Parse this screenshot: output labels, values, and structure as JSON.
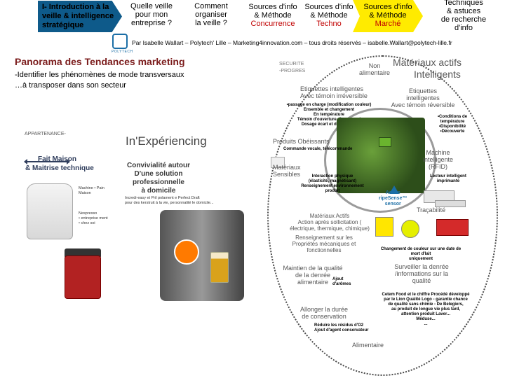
{
  "nav": {
    "intro": "I- Introduction à la\nveille & intelligence\nstratégique",
    "quelle": "Quelle veille\npour mon\nentreprise ?",
    "comment": "Comment\norganiser\nla veille ?",
    "sources": [
      {
        "l1": "Sources d'info",
        "l2": "& Méthode",
        "l3": "Concurrence"
      },
      {
        "l1": "Sources d'info",
        "l2": "& Méthode",
        "l3": "Techno"
      },
      {
        "l1": "Sources d'info",
        "l2": "& Méthode",
        "l3": "Marché"
      }
    ],
    "techniques": "Techniques\n& astuces\nde recherche\nd'info"
  },
  "logo_text": "POLYTECH",
  "credits": "Par Isabelle Wallart – Polytech' Lille – Marketing4innovation.com – tous droits réservés – isabelle.Wallart@polytech-lille.fr",
  "title": "Panorama des Tendances marketing",
  "subtitle": "-Identifier les phénomènes de mode transversaux\n…à transposer dans son secteur",
  "left": {
    "appartenance": "APPARTENANCE-",
    "experience_title": "In'Expériencing",
    "fait_maison": "Fait Maison",
    "maitrise": "& Maitrise technique",
    "convivialite": "Convivialité autour\nD'une solution professionnelle\nà domicile",
    "note_machine": "Machine • Pain\nMaison",
    "note_nespresso": "Nespresso\n• entreprise ment\n• chez soi",
    "note_incredi": "Incredi-easy et Pril polament e Perfect Draft\npour des kerstruit à la vie, personnalité le domicile..."
  },
  "right": {
    "securite": "SECURITE\n-PROGRES",
    "non_alimentaire": "Non\nalimentaire",
    "materiaux_actifs": "Matériaux actifs",
    "intelligents": "Intelligents",
    "etiq_intel_1": "Etiquettes intelligentes\nAvec témoin irréversible",
    "etiq_intel_1_detail": "•passage en charge (modification couleur)\nEnsemble et changement\nEn température\nTémoin d'ouverture d'un cheval\nDosage écart et délai formé",
    "etiq_intel_2": "Etiquettes\nintelligentes\nAvec témoin réversible",
    "etiq_intel_2_detail": "•Conditions de température\n•Disponibilité\n•Découverte",
    "obesssants": "Produits Obéissants",
    "obesssants_detail": "Commande vocale, télécommande",
    "materiaux_sensibles": "Matériaux\nSensibles",
    "materiaux_sensibles_detail": "Interaction physique\n(élasticité, magnétisant)\nRenseignement environnement\nproduit",
    "machine_intel": "Machine\nintelligente\n(RFID)",
    "machine_intel_detail": "Lecteur intelligent\nimprimante",
    "ripe": "Active\nripeSense™\nsensor",
    "tracabilite": "Traçabilité",
    "materiaux_actifs_2": "Matériaux Actifs\nAction après sollicitation (\nélectrique, thermique, chimique)",
    "renseignement": "Renseignement sur les\nPropriétés mécaniques et\nfonctionnelles",
    "changement": "Changement de couleur sur une date de mort d'lait\nuniquement",
    "maintien": "Maintien de la qualité\nde la denrée\nalimentaire",
    "ajout": "Ajout\nd'arômes",
    "surveiller": "Surveiller la denrée\n/informations sur la\nqualité",
    "allonger": "Allonger la durée\nde conservation",
    "reduire": "Réduire les résidus d'O2\nAjout d'agent conservateur",
    "cutout": "Cetem Food et le chiffre Procédé développé\npar le Lion Qualité Logo - garantie chance\nde qualité sans chimie - De Belegiers,\nau produit de longue vie plus tard,\nattention produit Laver...\nMéduse...\n...",
    "alimentaire": "Alimentaire"
  }
}
